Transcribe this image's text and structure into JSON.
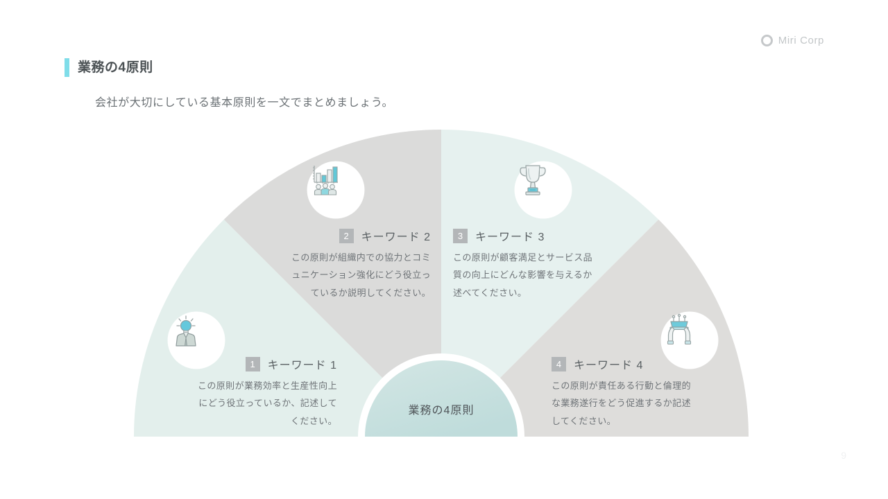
{
  "header": {
    "title": "業務の4原則",
    "subtitle": "会社が大切にしている基本原則を一文でまとめましょう。",
    "accent_color": "#7fdde9"
  },
  "brand": {
    "name": "Miri Corp",
    "icon": "ring-icon"
  },
  "footer": {
    "page_number": "9"
  },
  "diagram": {
    "type": "semicircle-fan",
    "hub_label": "業務の4原則",
    "hub_color": "#c7e0e0",
    "segment_colors": {
      "teal": "#e6f1ef",
      "gray": "#dedede"
    },
    "segments": [
      {
        "number": "1",
        "title": "キーワード 1",
        "description": "この原則が業務効率と生産性向上にどう役立っているか、記述してください。",
        "icon": "lightbulb-person-icon",
        "fill": "#e3efec"
      },
      {
        "number": "2",
        "title": "キーワード 2",
        "description": "この原則が組織内での協力とコミュニケーション強化にどう役立っているか説明してください。",
        "icon": "bar-chart-team-icon",
        "fill": "#dbdbda"
      },
      {
        "number": "3",
        "title": "キーワード 3",
        "description": "この原則が顧客満足とサービス品質の向上にどんな影響を与えるか述べてください。",
        "icon": "trophy-icon",
        "fill": "#e6f1ef"
      },
      {
        "number": "4",
        "title": "キーワード 4",
        "description": "この原則が責任ある行動と倫理的な業務遂行をどう促進するか記述してください。",
        "icon": "hands-crown-icon",
        "fill": "#dedddb"
      }
    ]
  }
}
